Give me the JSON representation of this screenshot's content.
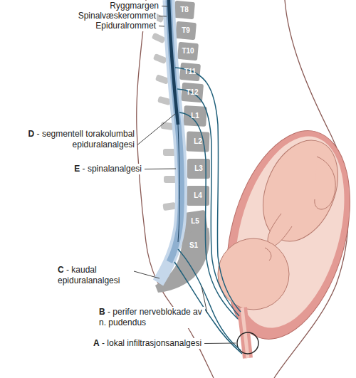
{
  "diagram": {
    "labels": [
      "Ryggmargen",
      "Spinalvæskerommet",
      "Epiduralrommet",
      "T8",
      "T9",
      "T10",
      "T11",
      "T12",
      "L1",
      "L2",
      "L3",
      "L4",
      "L5",
      "S1",
      "D - segmentell torakolumbal epiduralanalgesi",
      "E - spinalanalgesi",
      "C - kaudal epiduralanalgesi",
      "B - perifer nerveblokade av n. pudendus",
      "A - lokal infiltrasjonsanalgesi"
    ]
  }
}
